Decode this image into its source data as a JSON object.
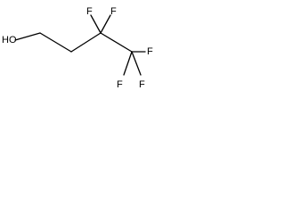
{
  "structure": {
    "atoms": {
      "oh": "HO",
      "f_c3_upper_left": "F",
      "f_c3_upper_right": "F",
      "f_c4_right": "F",
      "f_c4_lower_left": "F",
      "f_c4_lower_right": "F"
    }
  },
  "colors": {
    "line": "#000000",
    "text": "#000000",
    "background": "#ffffff"
  }
}
